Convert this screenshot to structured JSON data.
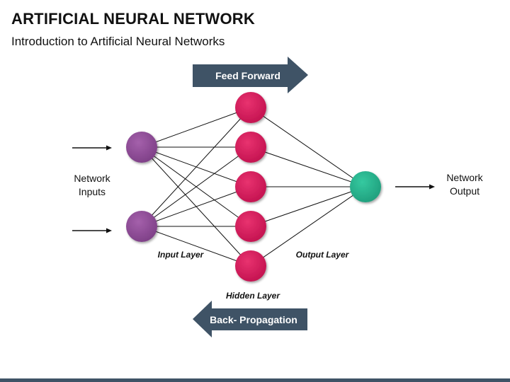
{
  "header": {
    "title": "ARTIFICIAL NEURAL NETWORK",
    "subtitle": "Introduction to Artificial Neural Networks"
  },
  "diagram": {
    "feed_forward_label": "Feed Forward",
    "back_propagation_label": "Back- Propagation",
    "network_inputs_label": [
      "Network",
      "Inputs"
    ],
    "network_output_label": [
      "Network",
      "Output"
    ],
    "input_layer_label": "Input Layer",
    "hidden_layer_label": "Hidden Layer",
    "output_layer_label": "Output Layer",
    "layers": {
      "input": {
        "nodes": 2,
        "color": "#8e4a96"
      },
      "hidden": {
        "nodes": 5,
        "color": "#d6195a"
      },
      "output": {
        "nodes": 1,
        "color": "#26b58f"
      }
    },
    "arrow_color": "#3f5366",
    "connections": "fully-connected"
  }
}
